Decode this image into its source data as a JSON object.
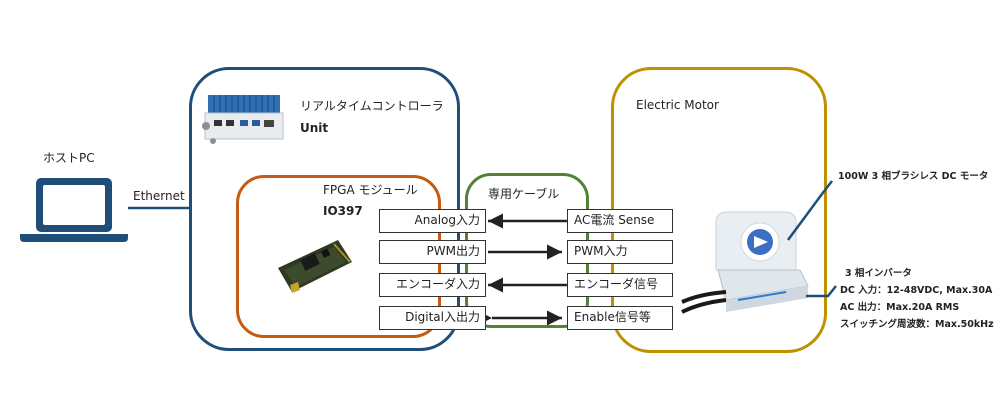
{
  "host": {
    "label": "ホストPC",
    "link_label": "Ethernet"
  },
  "unit": {
    "title": "リアルタイムコントローラ",
    "name": "Unit"
  },
  "fpga": {
    "title": "FPGA モジュール",
    "name": "IO397"
  },
  "cable": {
    "label": "専用ケーブル"
  },
  "motor": {
    "title": "Electric Motor"
  },
  "signals": [
    {
      "left": "Analog入力",
      "right": "AC電流 Sense",
      "direction": "to-left"
    },
    {
      "left": "PWM出力",
      "right": "PWM入力",
      "direction": "to-right"
    },
    {
      "left": "エンコーダ入力",
      "right": "エンコーダ信号",
      "direction": "to-left"
    },
    {
      "left": "Digital入出力",
      "right": "Enable信号等",
      "direction": "both"
    }
  ],
  "specs": {
    "motor": "100W 3 相ブラシレス DC モータ",
    "inverter_title": "3 相インバータ",
    "dc_in": "DC 入力：12-48VDC, Max.30A",
    "ac_out": "AC 出力：Max.20A RMS",
    "switching": "スイッチング周波数：Max.50kHz"
  },
  "colors": {
    "unit_border": "#1f4e79",
    "fpga_border": "#c55a11",
    "cable_border": "#548235",
    "motor_border": "#bf9000",
    "laptop": "#1f4e79"
  }
}
